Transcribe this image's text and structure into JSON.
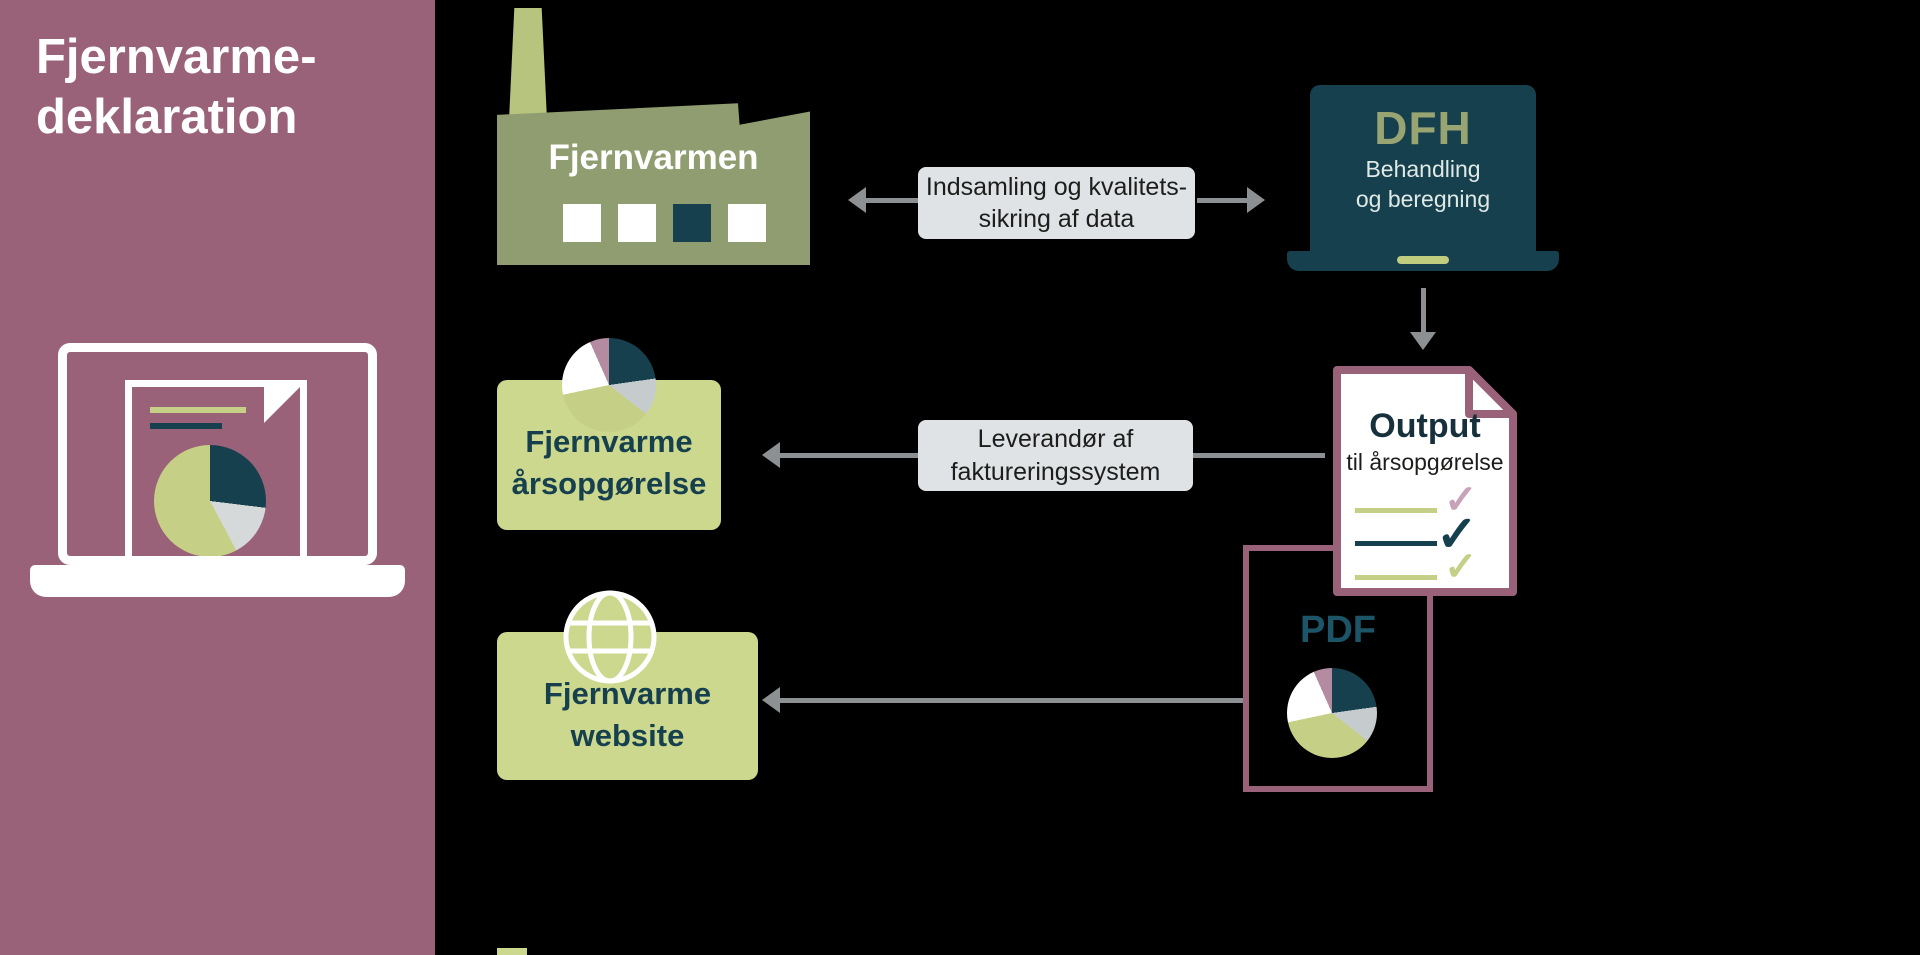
{
  "title": {
    "line1": "Fjernvarme-",
    "line2": "deklaration"
  },
  "factory": {
    "label": "Fjernvarmen"
  },
  "collect_label": {
    "line1": "Indsamling og kvalitets-",
    "line2": "sikring af data"
  },
  "dfh": {
    "title": "DFH",
    "subtitle_line1": "Behandling",
    "subtitle_line2": "og beregning"
  },
  "output": {
    "title": "Output",
    "subtitle": "til årsopgørelse"
  },
  "supplier_label": {
    "line1": "Leverandør af",
    "line2": "faktureringssystem"
  },
  "arsopgorelse": {
    "line1": "Fjernvarme",
    "line2": "årsopgørelse"
  },
  "pdf": {
    "label": "PDF"
  },
  "website": {
    "line1": "Fjernvarme",
    "line2": "website"
  },
  "icons": {
    "checkmark": "✓"
  },
  "colors": {
    "sidebar_mauve": "#9a6278",
    "factory_olive": "#8f9d70",
    "chimney_light_olive": "#b6c47e",
    "light_green": "#cdd88f",
    "dark_teal": "#16404e",
    "label_box_gray": "#dfe3e6",
    "arrow_gray": "#8d9093",
    "check_pink": "#c8a3b7",
    "dfh_text_olive": "#98a573",
    "pdf_text_teal": "#1d5568",
    "background": "#000000"
  }
}
